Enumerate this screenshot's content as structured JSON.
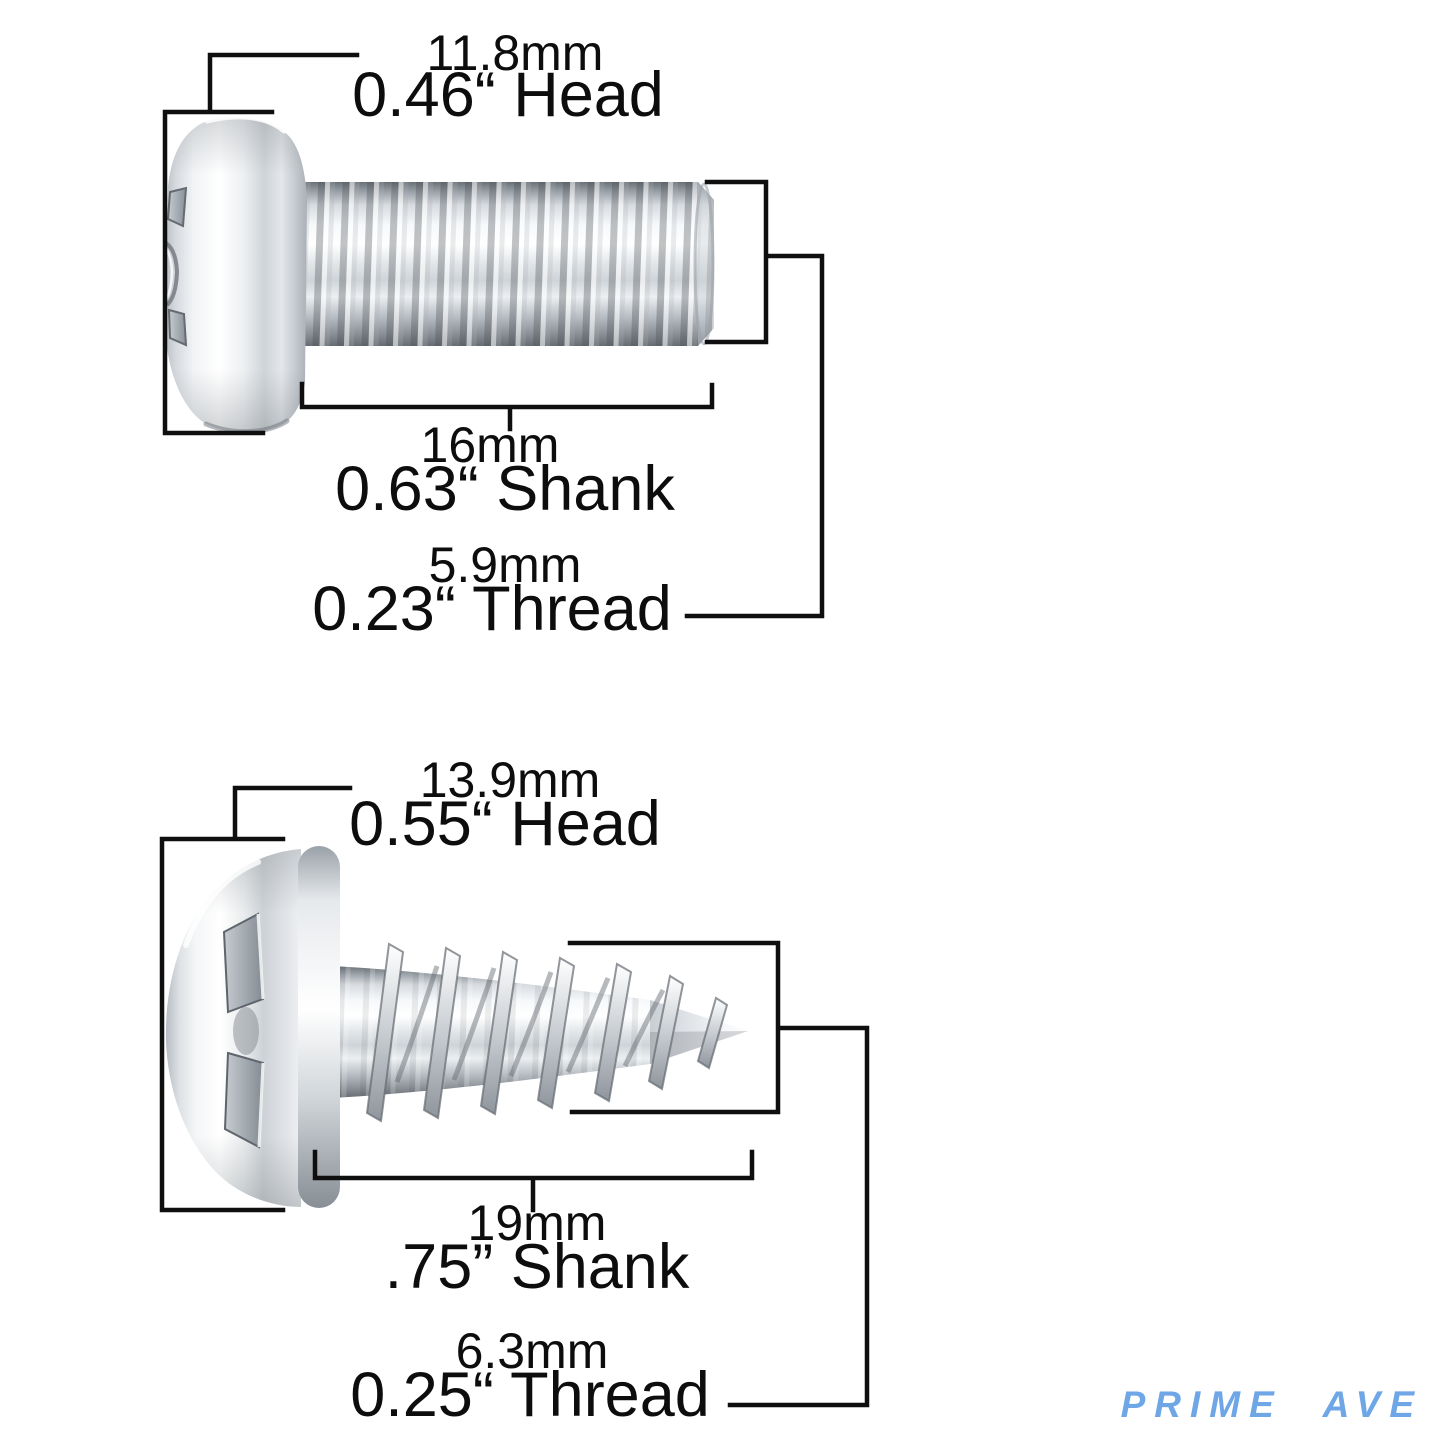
{
  "page": {
    "background": "#ffffff",
    "line_color": "#0f0f0f"
  },
  "logo": {
    "text": "PRIME AVE",
    "color": "#6ea6e6"
  },
  "screws": [
    {
      "name": "machine-screw",
      "labels": {
        "head_metric": "11.8mm",
        "head_imperial": "0.46“ Head",
        "shank_metric": "16mm",
        "shank_imperial": "0.63“ Shank",
        "thread_metric": "5.9mm",
        "thread_imperial": "0.23“ Thread"
      }
    },
    {
      "name": "self-tapping-screw",
      "labels": {
        "head_metric": "13.9mm",
        "head_imperial": "0.55“ Head",
        "shank_metric": "19mm",
        "shank_imperial": ".75” Shank",
        "thread_metric": "6.3mm",
        "thread_imperial": "0.25“ Thread"
      }
    }
  ]
}
